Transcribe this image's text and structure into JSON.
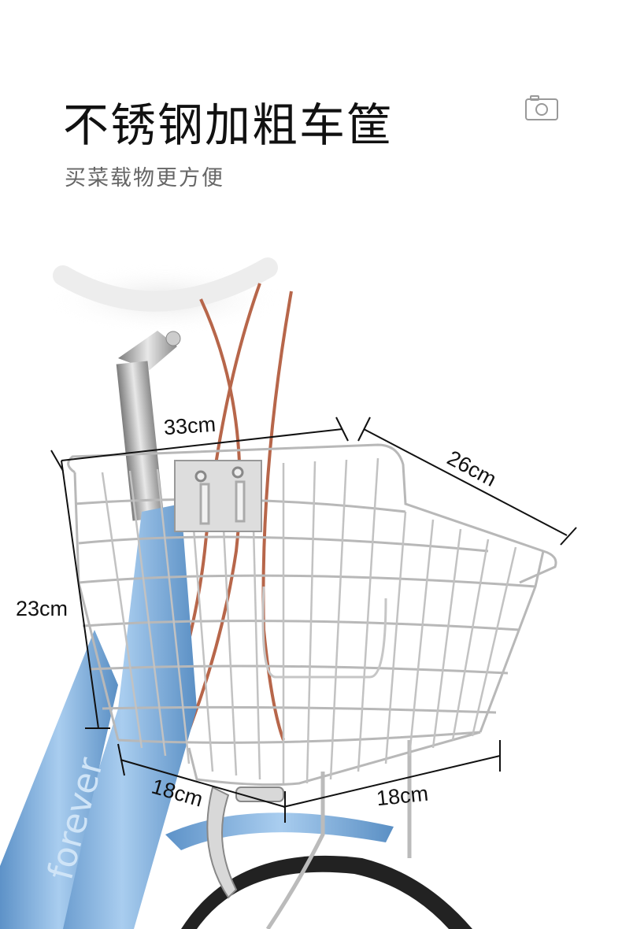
{
  "header": {
    "title": "不锈钢加粗车筐",
    "subtitle": "买菜载物更方便",
    "camera_icon": "camera-icon"
  },
  "dimensions": {
    "top_width": "33cm",
    "depth": "26cm",
    "height": "23cm",
    "bottom_left": "18cm",
    "bottom_right": "18cm"
  },
  "bike": {
    "brand_text": "forever",
    "frame_color": "#7fb0df",
    "cable_color": "#b7664a"
  }
}
